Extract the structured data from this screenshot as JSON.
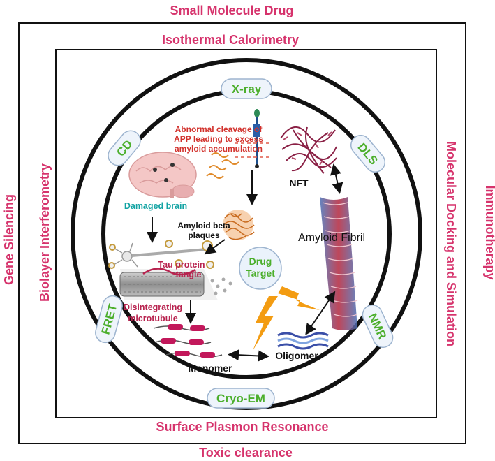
{
  "strategies": {
    "top": "Small Molecule Drug",
    "bottom": "Toxic clearance",
    "left": "Gene Silencing",
    "right": "Immunotherapy"
  },
  "methods": {
    "top": "Isothermal Calorimetry",
    "bottom": "Surface Plasmon Resonance",
    "left": "Biolayer Interferometry",
    "right": "Molecular Docking and Simulation"
  },
  "techniques": [
    "X-ray",
    "CD",
    "DLS",
    "FRET",
    "NMR",
    "Cryo-EM"
  ],
  "pathway": {
    "app_text": [
      "Abnormal cleavage of",
      "APP leading to excess",
      "amyloid accumulation"
    ],
    "damaged_brain": "Damaged brain",
    "amyloid_plaques": [
      "Amyloid beta",
      "plaques"
    ],
    "tau_tangle": [
      "Tau protein",
      "tangle"
    ],
    "microtubule": [
      "Disintegrating",
      "microtubule"
    ],
    "nft": "NFT",
    "amyloid_fibril": "Amyloid Fibril",
    "drug_target": [
      "Drug",
      "Target"
    ],
    "monomer": "Monomer",
    "oligomer": "Oligomer"
  },
  "colors": {
    "strategy_text": "#d6336c",
    "technique_text": "#4caf2c",
    "ring": "#111111",
    "pill_fill": "#eef4fb",
    "pill_stroke": "#9db4cf"
  }
}
